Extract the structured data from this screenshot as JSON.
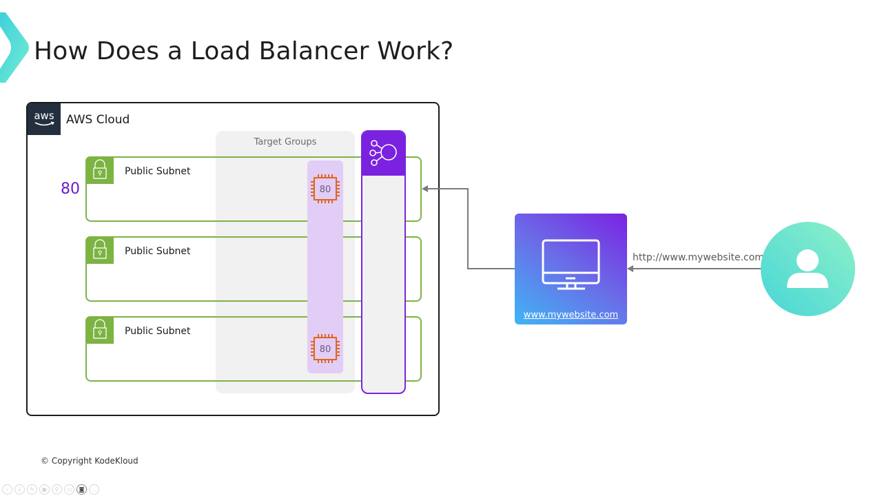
{
  "slide": {
    "title": "How Does a Load Balancer Work?",
    "copyright": "© Copyright KodeKloud"
  },
  "aws_cloud": {
    "label": "AWS Cloud",
    "logo_text": "aws"
  },
  "target_groups": {
    "label": "Target Groups"
  },
  "listener_port": "80",
  "subnets": [
    {
      "label": "Public Subnet",
      "icon": "lock-icon"
    },
    {
      "label": "Public Subnet",
      "icon": "lock-icon"
    },
    {
      "label": "Public Subnet",
      "icon": "lock-icon"
    }
  ],
  "instances": [
    {
      "port": "80",
      "subnet_index": 0,
      "icon": "ec2-chip-icon"
    },
    {
      "port": "80",
      "subnet_index": 2,
      "icon": "ec2-chip-icon"
    }
  ],
  "load_balancer": {
    "icon": "load-balancer-icon"
  },
  "website": {
    "link_text": "www.mywebsite.com",
    "icon": "monitor-icon"
  },
  "request": {
    "url": "http://www.mywebsite.com"
  },
  "user": {
    "icon": "user-icon"
  },
  "colors": {
    "subnet_green": "#7cb342",
    "lb_purple": "#7b22e0",
    "port_purple": "#6a1bd1",
    "chip_orange": "#e0651f",
    "target_lavender": "#e2cdf6",
    "aws_navy": "#232f3e",
    "arrow_gray": "#7a7a7a"
  },
  "toolbar": {
    "buttons": [
      {
        "name": "prev-slide-button",
        "glyph": "‹"
      },
      {
        "name": "next-slide-button",
        "glyph": "↓"
      },
      {
        "name": "pen-button",
        "glyph": "✎"
      },
      {
        "name": "slides-button",
        "glyph": "▣"
      },
      {
        "name": "zoom-button",
        "glyph": "⚲"
      },
      {
        "name": "subtitles-button",
        "glyph": "▭"
      },
      {
        "name": "camera-button",
        "glyph": "◙"
      },
      {
        "name": "more-button",
        "glyph": "…"
      }
    ]
  }
}
